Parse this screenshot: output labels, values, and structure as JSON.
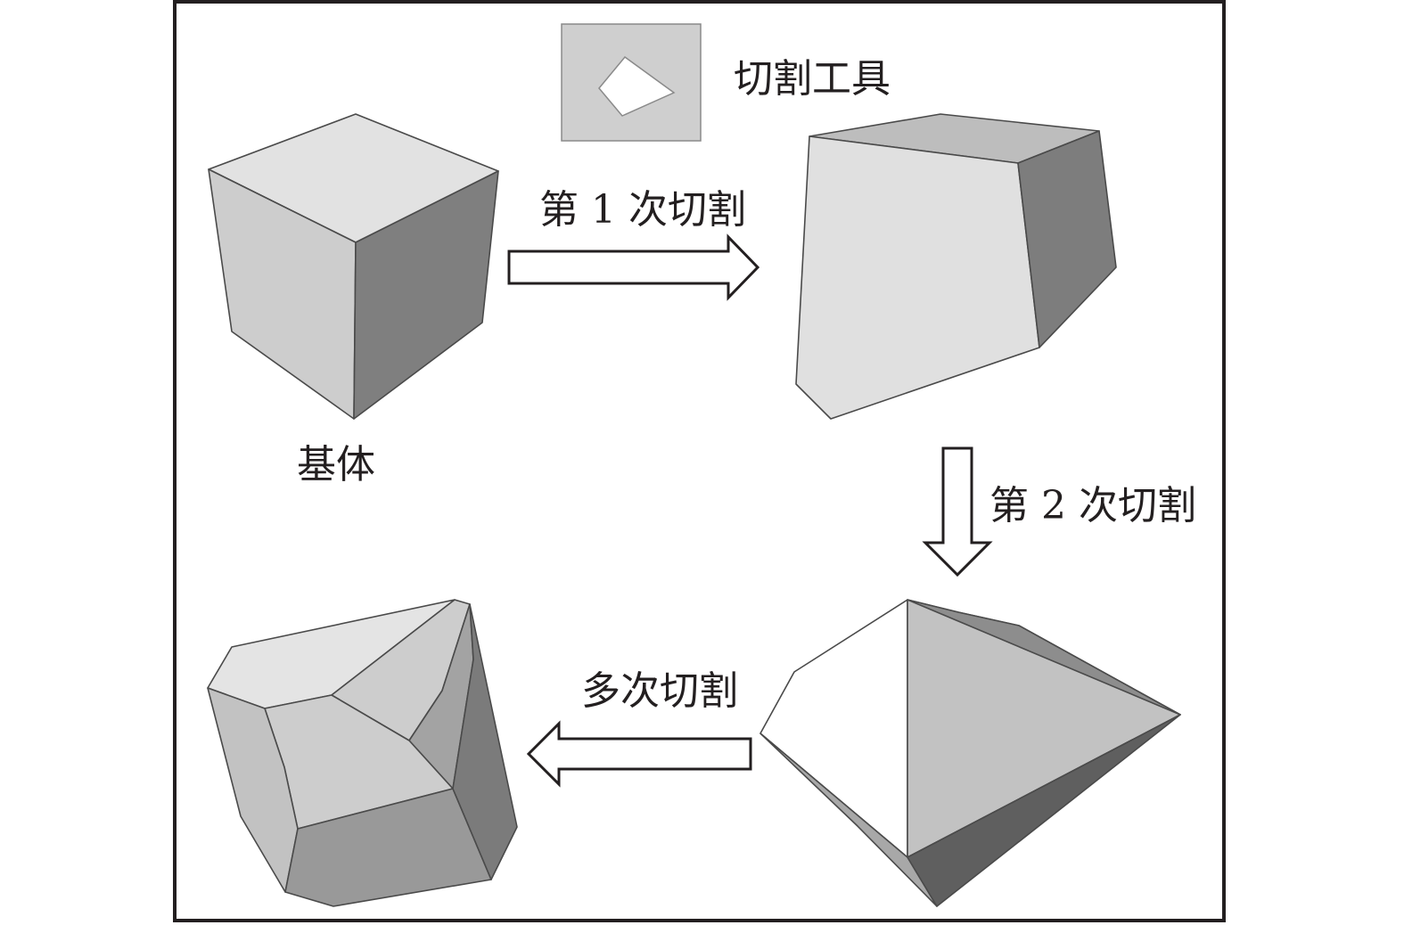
{
  "labels": {
    "cutting_tool": "切割工具",
    "base_body": "基体",
    "first_cut": "第 1 次切割",
    "second_cut": "第 2 次切割",
    "multiple_cuts": "多次切割"
  },
  "colors": {
    "frame": "#231f20",
    "face_light": "#e0e0e0",
    "face_mid": "#bdbdbd",
    "face_dark": "#7d7d7d",
    "face_white": "#ffffff",
    "tool_panel": "#cfcfcf"
  }
}
